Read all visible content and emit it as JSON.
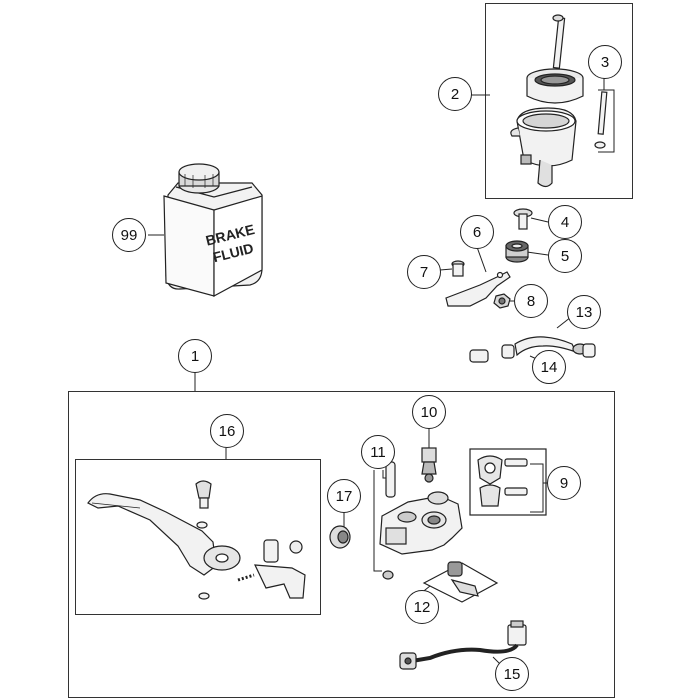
{
  "brake_bottle": {
    "label_line1": "BRAKE",
    "label_line2": "FLUID"
  },
  "callouts": {
    "c1": "1",
    "c2": "2",
    "c3": "3",
    "c4": "4",
    "c5": "5",
    "c6": "6",
    "c7": "7",
    "c8": "8",
    "c9": "9",
    "c10": "10",
    "c11": "11",
    "c12": "12",
    "c13": "13",
    "c14": "14",
    "c15": "15",
    "c16": "16",
    "c17": "17",
    "c99": "99"
  },
  "colors": {
    "line": "#222222",
    "part_fill": "#f2f2f2",
    "part_shade": "#bdbdbd"
  }
}
